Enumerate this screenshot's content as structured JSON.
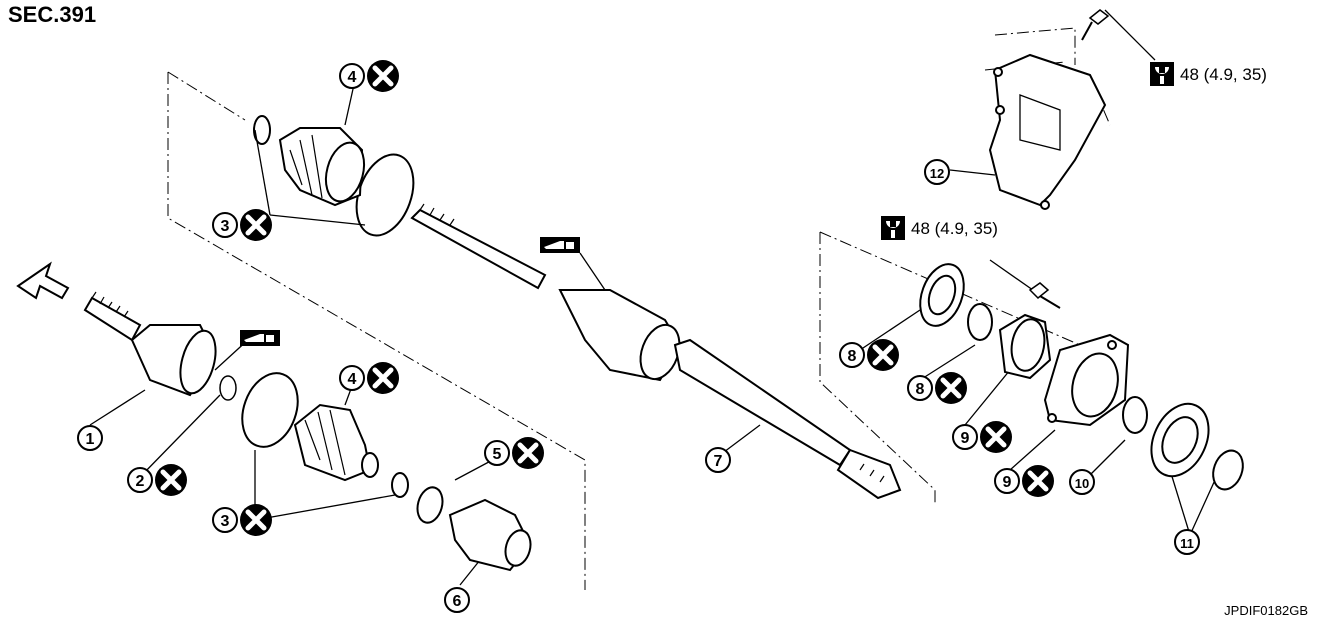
{
  "header": {
    "section": "SEC.391"
  },
  "footer": {
    "figure_code": "JPDIF0182GB"
  },
  "callouts": [
    {
      "num": "1",
      "nonreusable": false
    },
    {
      "num": "2",
      "nonreusable": true
    },
    {
      "num": "3",
      "nonreusable": true
    },
    {
      "num": "3",
      "nonreusable": true
    },
    {
      "num": "4",
      "nonreusable": true
    },
    {
      "num": "4",
      "nonreusable": true
    },
    {
      "num": "5",
      "nonreusable": true
    },
    {
      "num": "6",
      "nonreusable": false
    },
    {
      "num": "7",
      "nonreusable": false
    },
    {
      "num": "8",
      "nonreusable": true
    },
    {
      "num": "8",
      "nonreusable": true
    },
    {
      "num": "9",
      "nonreusable": true
    },
    {
      "num": "9",
      "nonreusable": true
    },
    {
      "num": "10",
      "nonreusable": false
    },
    {
      "num": "11",
      "nonreusable": false
    },
    {
      "num": "12",
      "nonreusable": false
    }
  ],
  "torque_specs": [
    {
      "text": "48 (4.9, 35)"
    },
    {
      "text": "48 (4.9, 35)"
    }
  ],
  "icons": {
    "torque": "torque-wrench-icon",
    "grease": "grease-gun-icon",
    "nonreusable": "x-circle-icon",
    "direction": "front-arrow-icon"
  }
}
